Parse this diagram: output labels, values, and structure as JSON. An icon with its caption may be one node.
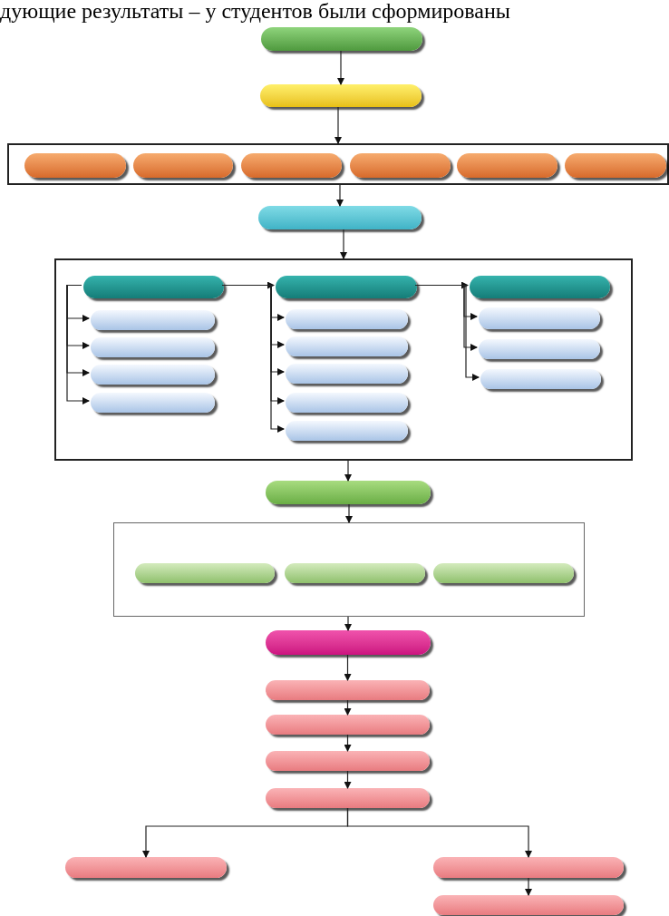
{
  "diagram": {
    "nodes": [
      {
        "text": [],
        "shape": "pill"
      },
      {
        "text": [],
        "shape": "pill"
      },
      {
        "text": [],
        "shape": "box"
      },
      {
        "text": [],
        "shape": "pill",
        "in": 2
      },
      {
        "text": [],
        "shape": "pill",
        "in": 2
      },
      {
        "text": [],
        "shape": "pill",
        "in": 2
      },
      {
        "text": [],
        "shape": "pill",
        "in": 2
      },
      {
        "text": [],
        "shape": "pill",
        "in": 2
      },
      {
        "text": [],
        "shape": "pill",
        "in": 2
      },
      {
        "text": [],
        "shape": "pill"
      },
      {
        "text": [],
        "shape": "box"
      },
      {
        "text": [],
        "shape": "pill",
        "in": 10
      },
      {
        "text": [],
        "shape": "pill",
        "in": 10
      },
      {
        "text": [],
        "shape": "pill",
        "in": 10
      },
      {
        "text": [],
        "shape": "pill",
        "in": 10
      },
      {
        "text": [],
        "shape": "pill",
        "in": 10
      },
      {
        "text": [],
        "shape": "pill",
        "in": 10
      },
      {
        "text": [],
        "shape": "pill",
        "in": 10
      },
      {
        "text": [],
        "shape": "pill",
        "in": 10
      },
      {
        "text": [],
        "shape": "pill",
        "in": 10
      },
      {
        "text": [],
        "shape": "pill",
        "in": 10
      },
      {
        "text": [],
        "shape": "pill",
        "in": 10
      },
      {
        "text": [],
        "shape": "pill",
        "in": 10
      },
      {
        "text": [],
        "shape": "pill",
        "in": 10
      },
      {
        "text": [],
        "shape": "pill",
        "in": 10
      },
      {
        "text": [],
        "shape": "pill",
        "in": 10
      },
      {
        "text": [],
        "shape": "pill"
      },
      {
        "text": [],
        "shape": "box"
      },
      {
        "text": [],
        "shape": "pill",
        "in": 27
      },
      {
        "text": [],
        "shape": "pill",
        "in": 27
      },
      {
        "text": [],
        "shape": "pill",
        "in": 27
      },
      {
        "text": [],
        "shape": "pill"
      },
      {
        "text": [],
        "shape": "pill"
      },
      {
        "text": [],
        "shape": "pill"
      },
      {
        "text": [],
        "shape": "pill"
      },
      {
        "text": [],
        "shape": "pill"
      },
      {
        "text": [],
        "shape": "pill"
      },
      {
        "text": [],
        "shape": "pill"
      },
      {
        "text": [],
        "shape": "pill"
      }
    ],
    "edges": [
      {
        "from": 0,
        "to": 1,
        "arrow": "to"
      },
      {
        "from": 1,
        "to": 2,
        "arrow": "to"
      },
      {
        "from": 2,
        "to": 9,
        "arrow": "to"
      },
      {
        "from": 9,
        "to": 10,
        "arrow": "to"
      },
      {
        "from": 11,
        "to": 12,
        "arrow": "to"
      },
      {
        "from": 11,
        "to": 13,
        "arrow": "to"
      },
      {
        "from": 11,
        "to": 14,
        "arrow": "to"
      },
      {
        "from": 11,
        "to": 15,
        "arrow": "to"
      },
      {
        "from": 11,
        "to": 16,
        "arrow": "to"
      },
      {
        "from": 11,
        "to": 17,
        "arrow": "to"
      },
      {
        "from": 11,
        "to": 18,
        "arrow": "to"
      },
      {
        "from": 11,
        "to": 19,
        "arrow": "to"
      },
      {
        "from": 11,
        "to": 20,
        "arrow": "to"
      },
      {
        "from": 11,
        "to": 21,
        "arrow": "to"
      },
      {
        "from": 16,
        "to": 22,
        "arrow": "to"
      },
      {
        "from": 16,
        "to": 23,
        "arrow": "to"
      },
      {
        "from": 16,
        "to": 24,
        "arrow": "to"
      },
      {
        "from": 16,
        "to": 25,
        "arrow": "to"
      },
      {
        "from": 10,
        "to": 26,
        "arrow": "to"
      },
      {
        "from": 26,
        "to": 27,
        "arrow": "to"
      },
      {
        "from": 27,
        "to": 31,
        "arrow": "to"
      },
      {
        "from": 31,
        "to": 32,
        "arrow": "to"
      },
      {
        "from": 32,
        "to": 33,
        "arrow": "to"
      },
      {
        "from": 33,
        "to": 34,
        "arrow": "to"
      },
      {
        "from": 34,
        "to": 35,
        "arrow": "to"
      },
      {
        "from": 35,
        "to": 36,
        "arrow": "to"
      },
      {
        "from": 35,
        "to": 37,
        "arrow": "to"
      },
      {
        "from": 37,
        "to": 38,
        "arrow": "to"
      }
    ],
    "labels": [
      "дующие результаты – у студентов были сформированы"
    ]
  }
}
